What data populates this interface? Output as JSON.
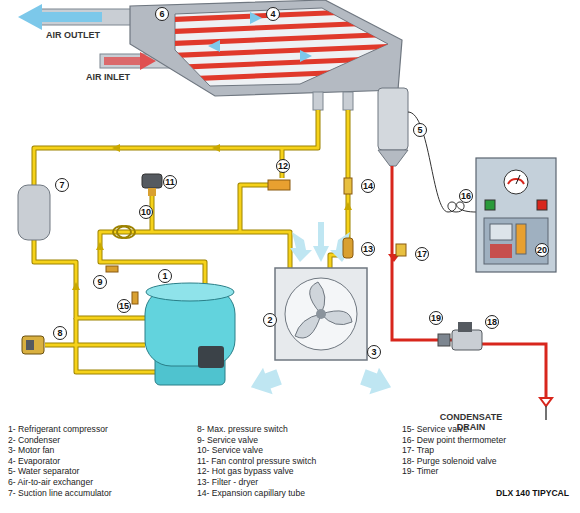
{
  "diagram": {
    "caption": "DLX 140 TIPYCAL",
    "labels": [
      "AIR OUTLET",
      "6",
      "4",
      "AIR INLET",
      "5",
      "16",
      "7",
      "11",
      "12",
      "14",
      "10",
      "20",
      "13",
      "17",
      "9",
      "1",
      "15",
      "2",
      "19",
      "18",
      "8",
      "3",
      "CONDENSATE DRAIN",
      "1- Refrigerant compressor",
      "2- Condenser",
      "3- Motor fan",
      "4- Evaporator",
      "5- Water separator",
      "6- Air-to-air exchanger",
      "7- Suction line accumulator",
      "8- Max. pressure switch",
      "9- Service valve",
      "10- Service valve",
      "11- Fan control pressure switch",
      "12- Hot gas bypass valve",
      "13- Filter - dryer",
      "14- Expansion capillary tube",
      "15- Service valve",
      "16- Dew point thermometer",
      "17- Trap",
      "18- Purge solenoid valve",
      "19- Timer"
    ]
  }
}
